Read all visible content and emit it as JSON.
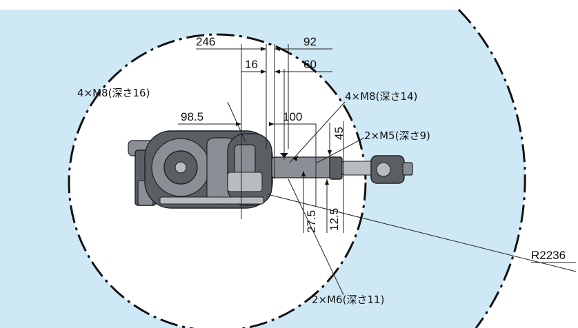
{
  "colors": {
    "outer_area": "#cfe8f5",
    "inner_area": "#ffffff",
    "line": "#111111",
    "robot_dark": "#5a5f64",
    "robot_mid": "#8a8f95",
    "robot_light": "#b8bcc0"
  },
  "dimensions": {
    "d246": "246",
    "d92": "92",
    "d16": "16",
    "d60": "60",
    "d98_5": "98.5",
    "d100": "100",
    "d45": "45",
    "d27_5": "27.5",
    "d12_5": "12.5",
    "radius": "R2236"
  },
  "callouts": {
    "base_holes": "4×M8(深さ16)",
    "top_holes": "4×M8(深さ14)",
    "side_holes": "2×M5(深さ9)",
    "bottom_holes": "2×M6(深さ11)"
  }
}
